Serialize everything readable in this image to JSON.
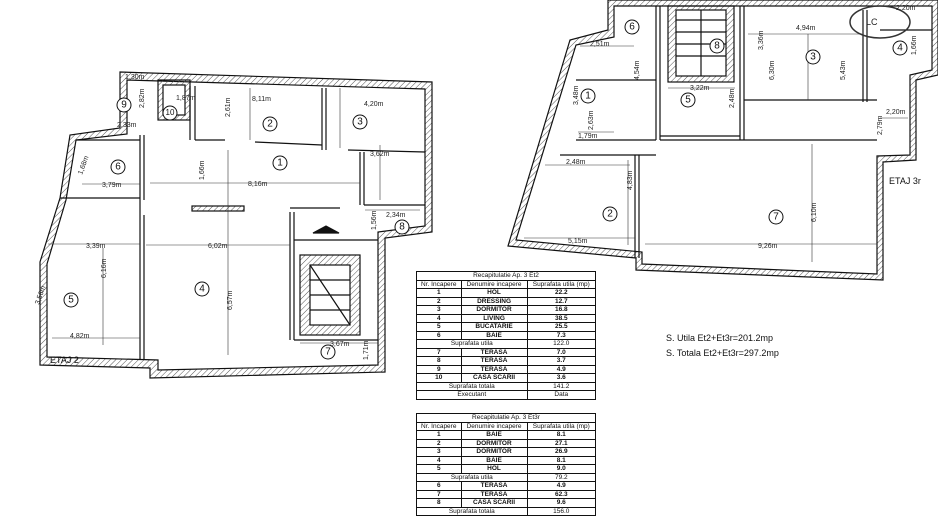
{
  "plans": [
    {
      "id": "etaj2",
      "title": "ETAJ 2",
      "rooms": [
        "1",
        "2",
        "3",
        "4",
        "5",
        "6",
        "7",
        "8",
        "9",
        "10"
      ],
      "dimensions": [
        "1,30m",
        "2,33m",
        "8,11m",
        "2,61m",
        "4,20m",
        "1,68m",
        "3,79m",
        "8,16m",
        "3,62m",
        "2,34m",
        "1,56m",
        "3,39m",
        "6,02m",
        "6,16m",
        "6,57m",
        "4,82m",
        "3,56m",
        "3,67m",
        "1,71m",
        "2,82m",
        "1,66m",
        "1,87m"
      ]
    },
    {
      "id": "etaj3r",
      "title": "ETAJ 3r",
      "rooms": [
        "1",
        "2",
        "3",
        "4",
        "5",
        "6",
        "7",
        "8"
      ],
      "dimensions": [
        "2,51m",
        "4,94m",
        "2,20m",
        "1,66m",
        "1,79m",
        "3,22m",
        "2,20m",
        "2,48m",
        "4,83m",
        "5,15m",
        "9,26m",
        "6,10m",
        "6,30m",
        "3,36m",
        "4,54m",
        "2,48m",
        "5,43m",
        "2,79m",
        "3,48m",
        "2,63m"
      ]
    }
  ],
  "summary": {
    "line1": "S. Utila  Et2+Et3r=201.2mp",
    "line2": "S. Totala  Et2+Et3r=297.2mp"
  },
  "stamp_text": "LC",
  "table1": {
    "caption": "Recapitulatie Ap. 3 Et2",
    "headers": [
      "Nr. Incapere",
      "Denumire incapere",
      "Suprafata utila (mp)"
    ],
    "rows": [
      [
        "1",
        "HOL",
        "22.2"
      ],
      [
        "2",
        "DRESSING",
        "12.7"
      ],
      [
        "3",
        "DORMITOR",
        "16.8"
      ],
      [
        "4",
        "LIVING",
        "38.5"
      ],
      [
        "5",
        "BUCATARIE",
        "25.5"
      ],
      [
        "6",
        "BAIE",
        "7.3"
      ]
    ],
    "subtotal_label": "Suprafata utila",
    "subtotal_value": "122.0",
    "rows2": [
      [
        "7",
        "TERASA",
        "7.0"
      ],
      [
        "8",
        "TERASA",
        "3.7"
      ],
      [
        "9",
        "TERASA",
        "4.9"
      ],
      [
        "10",
        "CASA SCARII",
        "3.6"
      ]
    ],
    "total_label": "Suprafata totala",
    "total_value": "141.2",
    "exec_label": "Executant",
    "date_label": "Data"
  },
  "table2": {
    "caption": "Recapitulatie Ap. 3 Et3r",
    "headers": [
      "Nr. Incapere",
      "Denumire incapere",
      "Suprafata utila (mp)"
    ],
    "rows": [
      [
        "1",
        "BAIE",
        "8.1"
      ],
      [
        "2",
        "DORMITOR",
        "27.1"
      ],
      [
        "3",
        "DORMITOR",
        "26.9"
      ],
      [
        "4",
        "BAIE",
        "8.1"
      ],
      [
        "5",
        "HOL",
        "9.0"
      ]
    ],
    "subtotal_label": "Suprafata utila",
    "subtotal_value": "79.2",
    "rows2": [
      [
        "6",
        "TERASA",
        "4.9"
      ],
      [
        "7",
        "TERASA",
        "62.3"
      ],
      [
        "8",
        "CASA SCARII",
        "9.6"
      ]
    ],
    "total_label": "Suprafata totala",
    "total_value": "156.0"
  }
}
